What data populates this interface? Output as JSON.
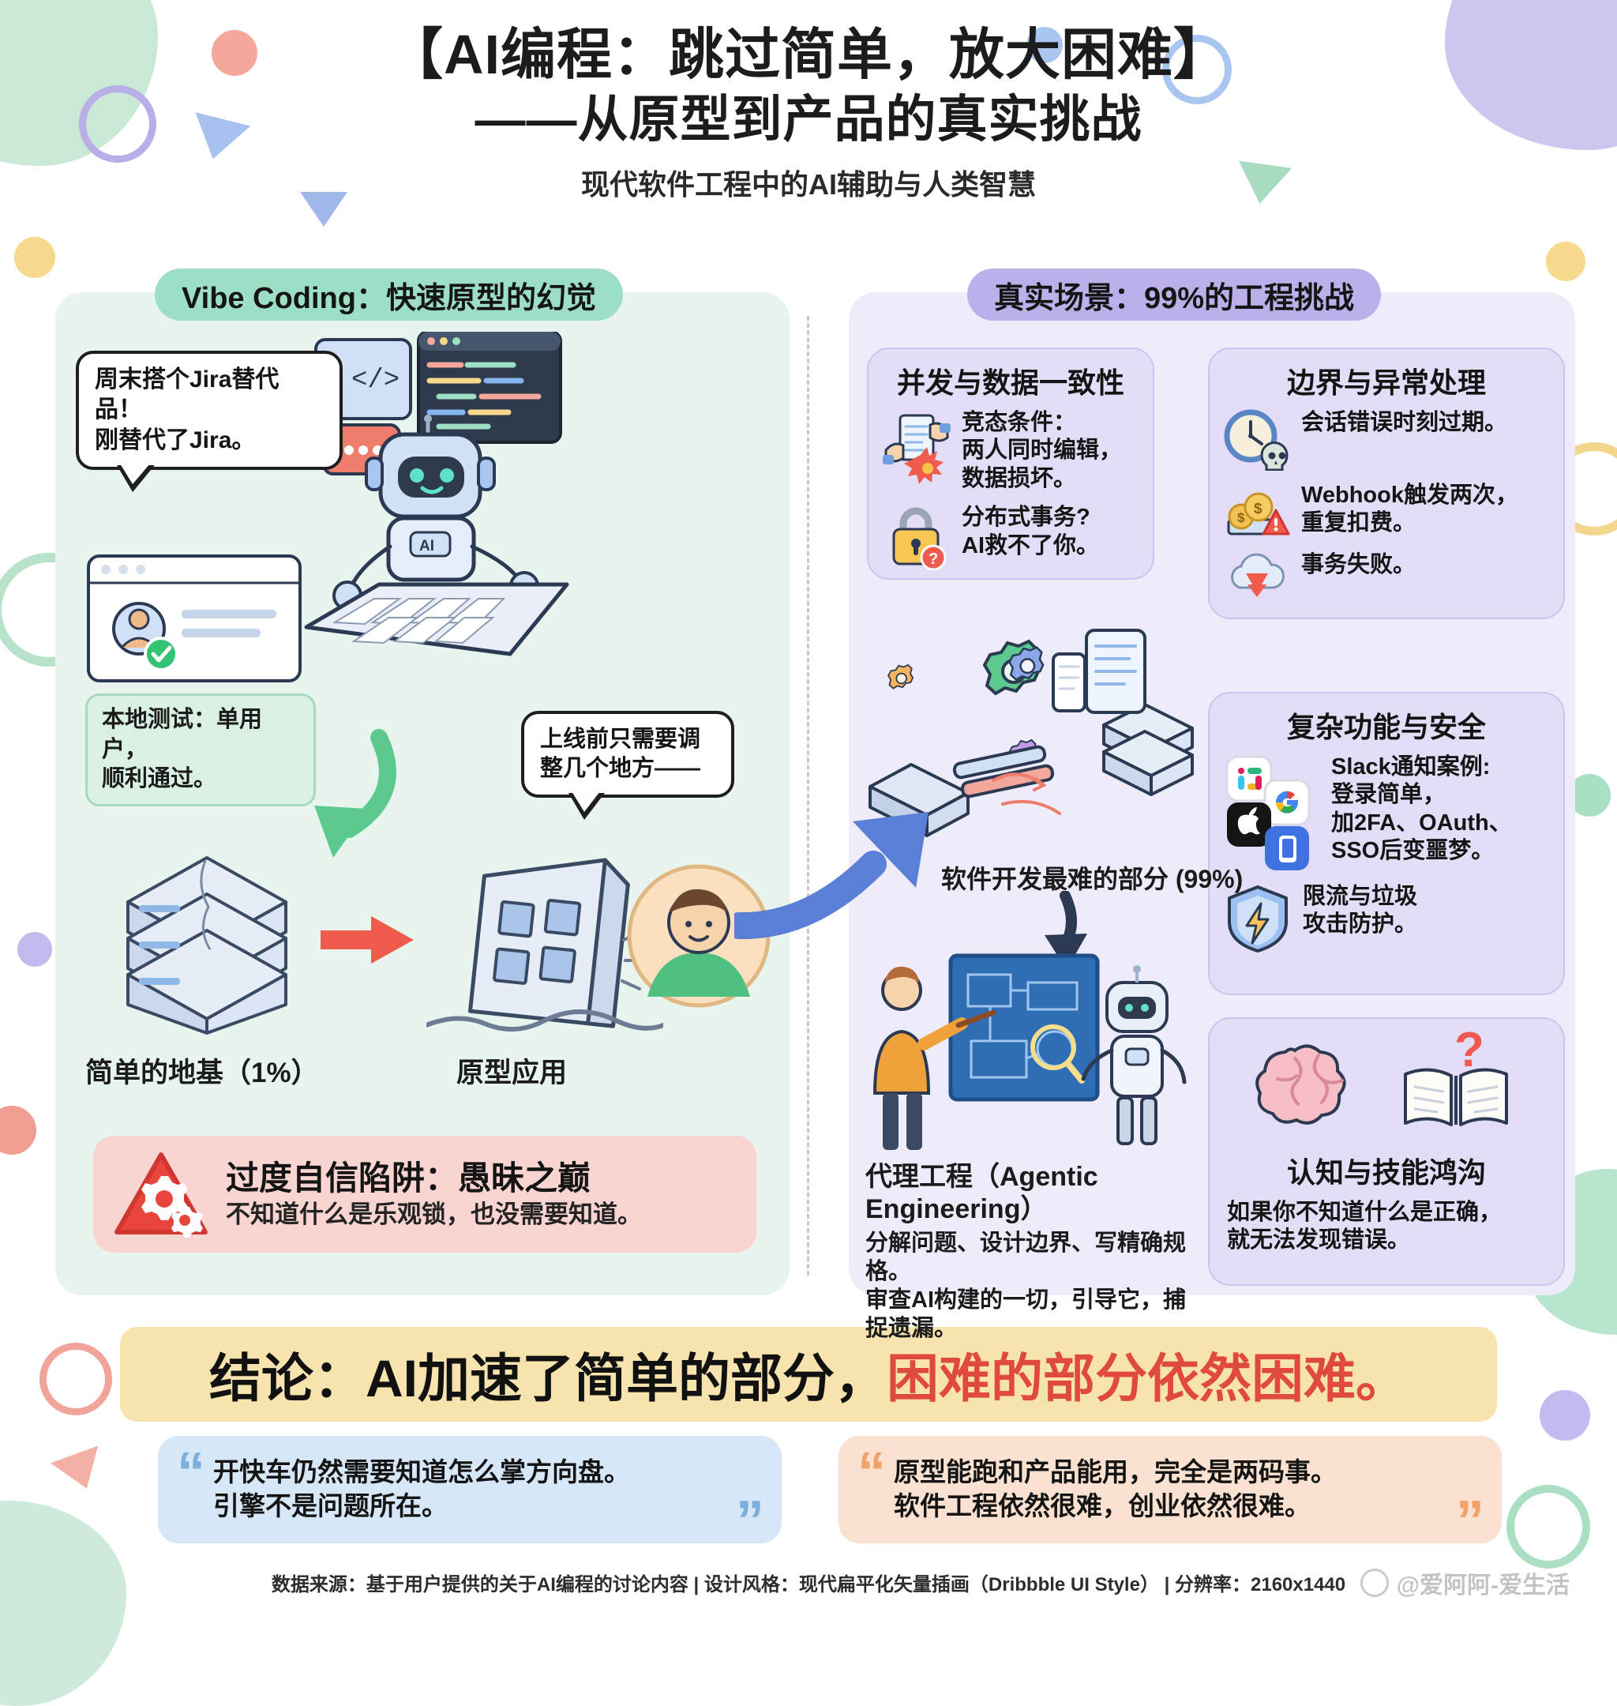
{
  "header": {
    "title_line1": "【AI编程：跳过简单，放大困难】",
    "title_line2": "——从原型到产品的真实挑战",
    "subtitle": "现代软件工程中的AI辅助与人类智慧"
  },
  "panels": {
    "left_pill": "Vibe Coding：快速原型的幻觉",
    "right_pill": "真实场景：99%的工程挑战"
  },
  "left": {
    "bubble_robot": "周末搭个Jira替代品！\n刚替代了Jira。",
    "bubble_robot_l1": "周末搭个Jira替代品！",
    "bubble_robot_l2": "刚替代了Jira。",
    "note_test_l1": "本地测试：单用户，",
    "note_test_l2": "顺利通过。",
    "bubble_person_l1": "上线前只需要调",
    "bubble_person_l2": "整几个地方——",
    "label_foundation": "简单的地基（1%）",
    "label_prototype": "原型应用",
    "warn_title": "过度自信陷阱：愚昧之巅",
    "warn_sub": "不知道什么是乐观锁，也没需要知道。"
  },
  "right": {
    "caption_hard": "软件开发最难的部分 (99%)",
    "cards": [
      {
        "title": "并发与数据一致性",
        "items": [
          {
            "icon": "document-explosion-icon",
            "text_lines": [
              "竞态条件：",
              "两人同时编辑，",
              "数据损坏。"
            ]
          },
          {
            "icon": "padlock-question-icon",
            "text_lines": [
              "分布式事务?",
              "AI救不了你。"
            ]
          }
        ]
      },
      {
        "title": "边界与异常处理",
        "items": [
          {
            "icon": "clock-skull-icon",
            "text_lines": [
              "会话错误时刻过期。"
            ]
          },
          {
            "icon": "coins-warning-icon",
            "text_lines": [
              "Webhook触发两次，",
              "重复扣费。"
            ]
          },
          {
            "icon": "cloud-error-icon",
            "text_lines": [
              "事务失败。"
            ]
          }
        ]
      },
      {
        "title": "复杂功能与安全",
        "items": [
          {
            "icon": "app-logos-icon",
            "text_lines": [
              "Slack通知案例:",
              "登录简单，",
              "加2FA、OAuth、",
              "SSO后变噩梦。"
            ]
          },
          {
            "icon": "shield-bolt-icon",
            "text_lines": [
              "限流与垃圾",
              "攻击防护。"
            ]
          }
        ]
      },
      {
        "title": "认知与技能鸿沟",
        "items": [
          {
            "icon": "brain-book-icon",
            "text_lines": [
              "如果你不知道什么是正确，",
              "就无法发现错误。"
            ]
          }
        ]
      }
    ],
    "agentic": {
      "title": "代理工程（Agentic Engineering）",
      "line1": "分解问题、设计边界、写精确规格。",
      "line2": "审查AI构建的一切，引导它，捕捉遗漏。"
    }
  },
  "conclusion": {
    "part1": "结论：AI加速了简单的部分，",
    "part2": "困难的部分依然困难。"
  },
  "quotes": {
    "left": {
      "open": "“",
      "close": "”",
      "line1": "开快车仍然需要知道怎么掌方向盘。",
      "line2": "引擎不是问题所在。"
    },
    "right": {
      "open": "“",
      "close": "”",
      "line1": "原型能跑和产品能用，完全是两码事。",
      "line2": "软件工程依然很难，创业依然很难。"
    }
  },
  "footer": {
    "text": "数据来源：基于用户提供的关于AI编程的讨论内容 | 设计风格：现代扁平化矢量插画（Dribbble UI Style） | 分辨率：2160x1440"
  },
  "watermark": {
    "text": "@爱阿阿-爱生活"
  },
  "colors": {
    "left_panel": "#e8f5ee",
    "right_panel": "#eeebfa",
    "left_pill": "#9ddfc4",
    "right_pill": "#bdb0ea",
    "warn_banner": "#f9d5d2",
    "conclusion_bg": "#f7e3ae",
    "conclusion_accent": "#e04a3c",
    "quote_left_bg": "#d6e7f7",
    "quote_right_bg": "#fbe2d0"
  }
}
